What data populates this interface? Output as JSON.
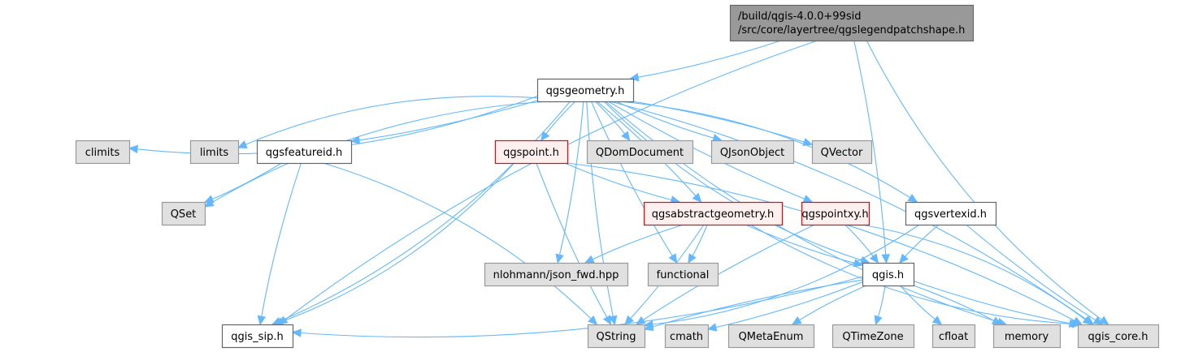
{
  "title": "Include dependency graph for qgslegendpatchshape.h",
  "colors": {
    "root_fill": "#999999",
    "root_stroke": "#666666",
    "doc_fill": "#ffffff",
    "doc_stroke": "#666666",
    "external_fill": "#e0e0e0",
    "external_stroke": "#999999",
    "truncated_fill": "#fff0f0",
    "truncated_stroke": "#ff0000",
    "edge": "#63b8ff"
  },
  "nodes": [
    {
      "id": "root",
      "label": [
        "/build/qgis-4.0.0+99sid",
        "/src/core/layertree/qgslegendpatchshape.h"
      ],
      "kind": "root"
    },
    {
      "id": "qgsgeometry",
      "label": [
        "qgsgeometry.h"
      ],
      "kind": "doc"
    },
    {
      "id": "climits",
      "label": [
        "climits"
      ],
      "kind": "external"
    },
    {
      "id": "limits",
      "label": [
        "limits"
      ],
      "kind": "external"
    },
    {
      "id": "qgsfeatureid",
      "label": [
        "qgsfeatureid.h"
      ],
      "kind": "doc"
    },
    {
      "id": "qgspoint",
      "label": [
        "qgspoint.h"
      ],
      "kind": "truncated"
    },
    {
      "id": "QDomDocument",
      "label": [
        "QDomDocument"
      ],
      "kind": "external"
    },
    {
      "id": "QJsonObject",
      "label": [
        "QJsonObject"
      ],
      "kind": "external"
    },
    {
      "id": "QVector",
      "label": [
        "QVector"
      ],
      "kind": "external"
    },
    {
      "id": "QSet",
      "label": [
        "QSet"
      ],
      "kind": "external"
    },
    {
      "id": "qgsabstractgeometry",
      "label": [
        "qgsabstractgeometry.h"
      ],
      "kind": "truncated"
    },
    {
      "id": "qgspointxy",
      "label": [
        "qgspointxy.h"
      ],
      "kind": "truncated"
    },
    {
      "id": "qgsvertexid",
      "label": [
        "qgsvertexid.h"
      ],
      "kind": "doc"
    },
    {
      "id": "json_fwd",
      "label": [
        "nlohmann/json_fwd.hpp"
      ],
      "kind": "external"
    },
    {
      "id": "functional",
      "label": [
        "functional"
      ],
      "kind": "external"
    },
    {
      "id": "qgis",
      "label": [
        "qgis.h"
      ],
      "kind": "doc"
    },
    {
      "id": "qgis_sip",
      "label": [
        "qgis_sip.h"
      ],
      "kind": "doc"
    },
    {
      "id": "QString",
      "label": [
        "QString"
      ],
      "kind": "external"
    },
    {
      "id": "cmath",
      "label": [
        "cmath"
      ],
      "kind": "external"
    },
    {
      "id": "QMetaEnum",
      "label": [
        "QMetaEnum"
      ],
      "kind": "external"
    },
    {
      "id": "QTimeZone",
      "label": [
        "QTimeZone"
      ],
      "kind": "external"
    },
    {
      "id": "cfloat",
      "label": [
        "cfloat"
      ],
      "kind": "external"
    },
    {
      "id": "memory",
      "label": [
        "memory"
      ],
      "kind": "external"
    },
    {
      "id": "qgis_core",
      "label": [
        "qgis_core.h"
      ],
      "kind": "external"
    }
  ],
  "edges": [
    [
      "root",
      "qgsgeometry"
    ],
    [
      "root",
      "qgis_sip"
    ],
    [
      "root",
      "qgis"
    ],
    [
      "root",
      "qgis_core"
    ],
    [
      "qgsgeometry",
      "climits"
    ],
    [
      "qgsgeometry",
      "limits"
    ],
    [
      "qgsgeometry",
      "qgsfeatureid"
    ],
    [
      "qgsgeometry",
      "qgspoint"
    ],
    [
      "qgsgeometry",
      "QDomDocument"
    ],
    [
      "qgsgeometry",
      "QJsonObject"
    ],
    [
      "qgsgeometry",
      "QVector"
    ],
    [
      "qgsgeometry",
      "QSet"
    ],
    [
      "qgsgeometry",
      "qgis_sip"
    ],
    [
      "qgsgeometry",
      "QString"
    ],
    [
      "qgsgeometry",
      "json_fwd"
    ],
    [
      "qgsgeometry",
      "functional"
    ],
    [
      "qgsgeometry",
      "qgsabstractgeometry"
    ],
    [
      "qgsgeometry",
      "qgspointxy"
    ],
    [
      "qgsgeometry",
      "qgsvertexid"
    ],
    [
      "qgsgeometry",
      "memory"
    ],
    [
      "qgsgeometry",
      "qgis_core"
    ],
    [
      "qgsgeometry",
      "qgis"
    ],
    [
      "qgsfeatureid",
      "QSet"
    ],
    [
      "qgsfeatureid",
      "qgis_sip"
    ],
    [
      "qgsfeatureid",
      "QString"
    ],
    [
      "qgspoint",
      "qgsabstractgeometry"
    ],
    [
      "qgspoint",
      "qgis_sip"
    ],
    [
      "qgspoint",
      "QString"
    ],
    [
      "qgspoint",
      "qgis_core"
    ],
    [
      "qgsabstractgeometry",
      "json_fwd"
    ],
    [
      "qgsabstractgeometry",
      "functional"
    ],
    [
      "qgsabstractgeometry",
      "qgis"
    ],
    [
      "qgsabstractgeometry",
      "QString"
    ],
    [
      "qgsabstractgeometry",
      "qgis_core"
    ],
    [
      "qgspointxy",
      "qgis"
    ],
    [
      "qgspointxy",
      "QString"
    ],
    [
      "qgspointxy",
      "qgis_core"
    ],
    [
      "qgsvertexid",
      "qgis"
    ],
    [
      "qgsvertexid",
      "QString"
    ],
    [
      "qgsvertexid",
      "qgis_core"
    ],
    [
      "qgis",
      "qgis_sip"
    ],
    [
      "qgis",
      "QString"
    ],
    [
      "qgis",
      "cmath"
    ],
    [
      "qgis",
      "QMetaEnum"
    ],
    [
      "qgis",
      "QTimeZone"
    ],
    [
      "qgis",
      "cfloat"
    ],
    [
      "qgis",
      "memory"
    ],
    [
      "qgis",
      "qgis_core"
    ]
  ]
}
